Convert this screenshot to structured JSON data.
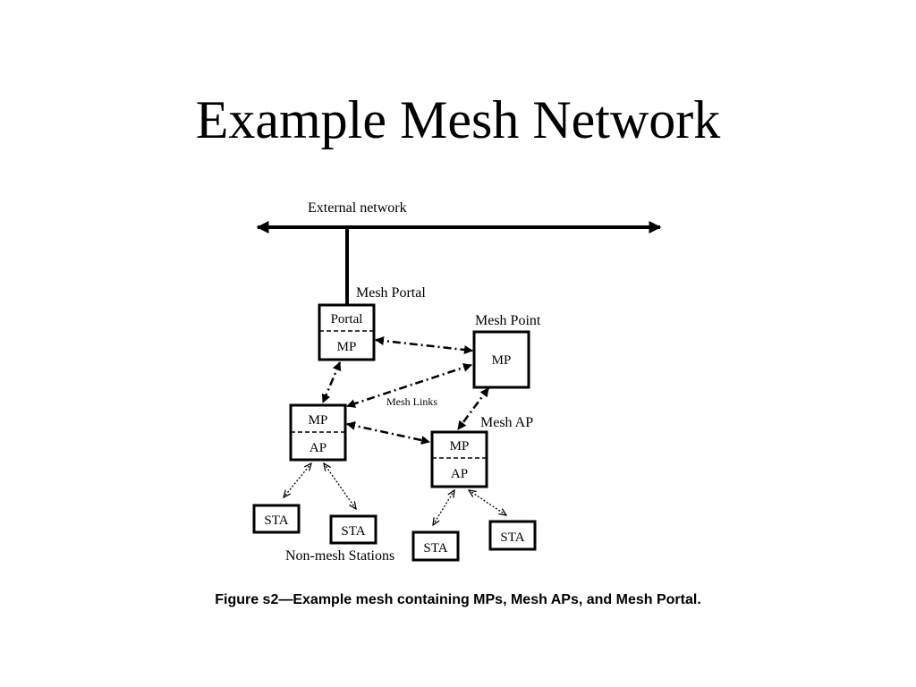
{
  "title": "Example Mesh Network",
  "labels": {
    "external_network": "External network",
    "mesh_portal": "Mesh Portal",
    "mesh_point": "Mesh Point",
    "mesh_links": "Mesh Links",
    "mesh_ap": "Mesh AP",
    "non_mesh_stations": "Non-mesh Stations"
  },
  "nodes": {
    "portal": {
      "top": "Portal",
      "bottom": "MP"
    },
    "mesh_point": {
      "label": "MP"
    },
    "ap_left": {
      "top": "MP",
      "bottom": "AP"
    },
    "ap_right": {
      "top": "MP",
      "bottom": "AP"
    },
    "sta": [
      "STA",
      "STA",
      "STA",
      "STA"
    ]
  },
  "caption": "Figure s2—Example mesh containing MPs, Mesh APs, and Mesh Portal."
}
